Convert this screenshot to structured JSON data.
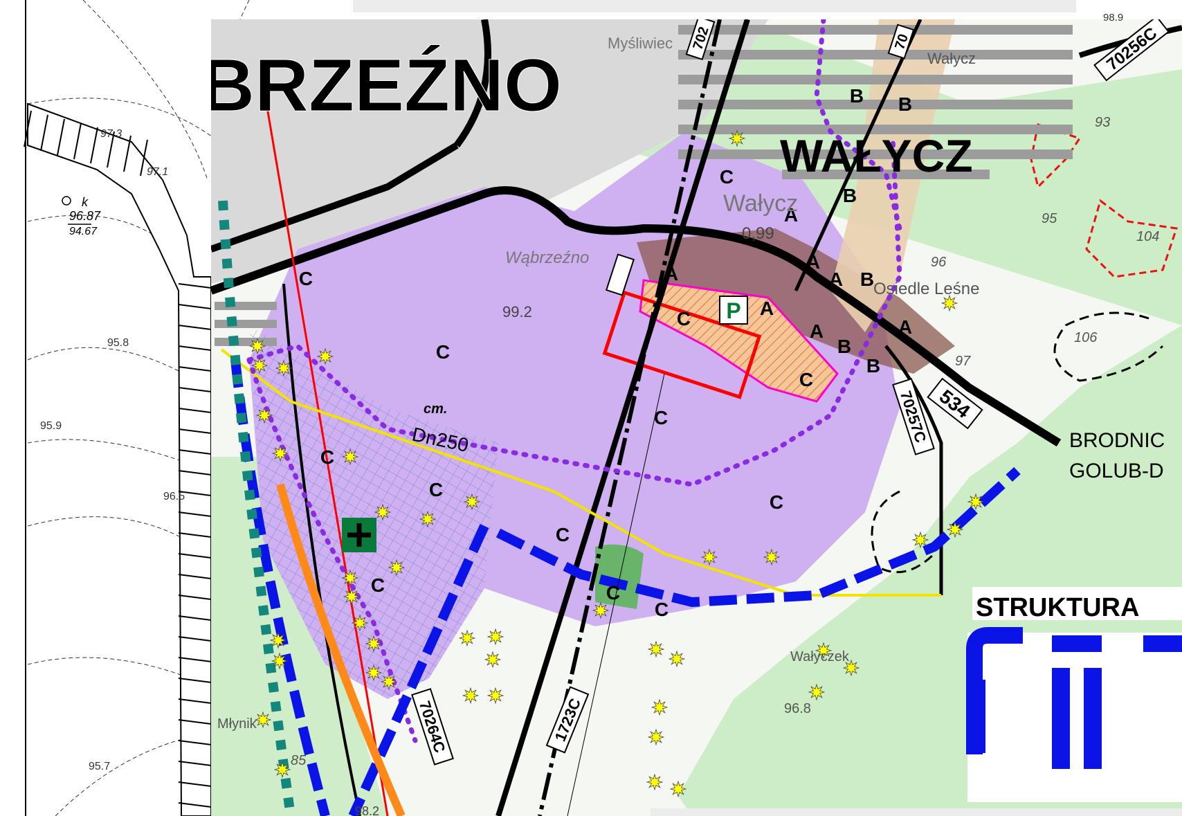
{
  "map": {
    "places": {
      "town": "BRZEŹNO",
      "village": "WAŁYCZ"
    },
    "directions": {
      "line1": "BRODNIC",
      "line2": "GOLUB-D"
    },
    "legend": {
      "title": "STRUKTURA"
    },
    "roads": [
      "534",
      "70256C",
      "70257C",
      "70264C",
      "1723C",
      "702",
      "70"
    ],
    "pipeline": "Dn250",
    "parking": "P",
    "zones": [
      "A",
      "B",
      "C"
    ],
    "topo": [
      "Wałycz",
      "Wałycz",
      "Wąbrzeźno",
      "Osiedle Leśne",
      "Wałyczek",
      "Myśliwiec",
      "Młynik"
    ],
    "elevations": [
      "97.3",
      "97.1",
      "96.87",
      "94.67",
      "95.8",
      "95.9",
      "96.5",
      "95.7",
      "98.9",
      "99.2",
      "0,99",
      "93",
      "95",
      "96",
      "97",
      "104",
      "106",
      "96.8",
      "85",
      "98.2"
    ],
    "markers": [
      "k",
      "cm."
    ],
    "colors": {
      "study_area": "#cfb0f0",
      "forest": "#c8ebc0",
      "built_up": "#d9d9d9",
      "boundary_dotted": "#8a2be2",
      "corridor_blue": "#0a14e6",
      "plot_red": "#ff0000",
      "pipeline_yellow": "#f2e400",
      "village_core": "#8b5a52",
      "accent_teal": "#13877c",
      "accent_orange": "#ff8a1a"
    }
  }
}
